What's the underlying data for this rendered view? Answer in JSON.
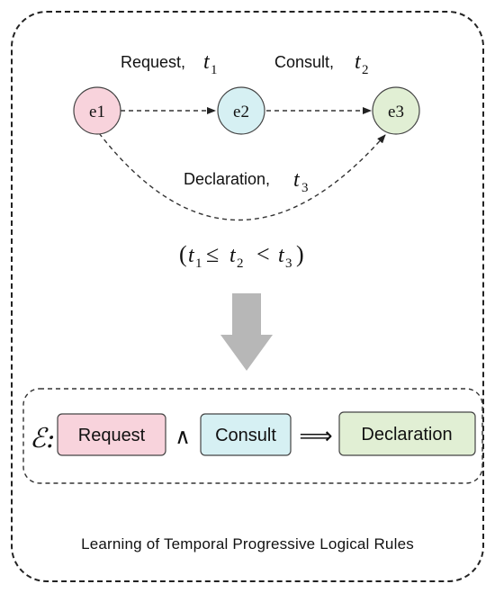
{
  "nodes": [
    {
      "id": "e1",
      "label": "e1",
      "color": "#f8d3dc"
    },
    {
      "id": "e2",
      "label": "e2",
      "color": "#d6f0f3"
    },
    {
      "id": "e3",
      "label": "e3",
      "color": "#e1efd4"
    }
  ],
  "edges": [
    {
      "from": "e1",
      "to": "e2",
      "label": "Request,",
      "time_var": "t",
      "time_sub": "1"
    },
    {
      "from": "e2",
      "to": "e3",
      "label": "Consult,",
      "time_var": "t",
      "time_sub": "2"
    },
    {
      "from": "e1",
      "to": "e3",
      "label": "Declaration,",
      "time_var": "t",
      "time_sub": "3"
    }
  ],
  "constraint": {
    "open": "(",
    "t": "t",
    "sub1": "1",
    "op1": "≤",
    "sub2": "2",
    "op2": "<",
    "sub3": "3",
    "close": ")"
  },
  "rule": {
    "symbol": "ℰ:",
    "premise1": "Request",
    "conjunction": "∧",
    "premise2": "Consult",
    "implies": "⟹",
    "conclusion": "Declaration",
    "colors": {
      "request": "#f8d3dc",
      "consult": "#d6f0f3",
      "declaration": "#e1efd4"
    }
  },
  "caption": "Learning of Temporal Progressive Logical Rules",
  "arrow_color": "#b7b7b7"
}
